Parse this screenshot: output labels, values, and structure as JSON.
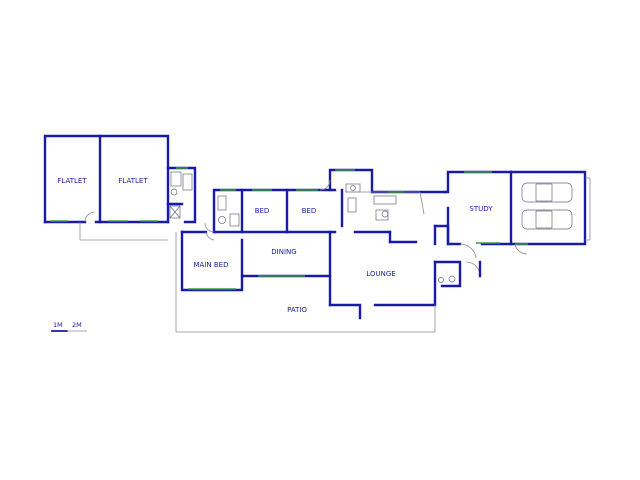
{
  "rooms": {
    "flatlet_1": "FLATLET",
    "flatlet_2": "FLATLET",
    "bed_1": "BED",
    "bed_2": "BED",
    "main_bed": "MAIN BED",
    "dining": "DINING",
    "lounge": "LOUNGE",
    "study": "STUDY",
    "patio": "PATIO"
  },
  "scale": {
    "mark_1": "1M",
    "mark_2": "2M"
  },
  "colors": {
    "wall": "#1a1aa8",
    "window": "#3c9a3c",
    "fixture": "#6a6a80"
  }
}
